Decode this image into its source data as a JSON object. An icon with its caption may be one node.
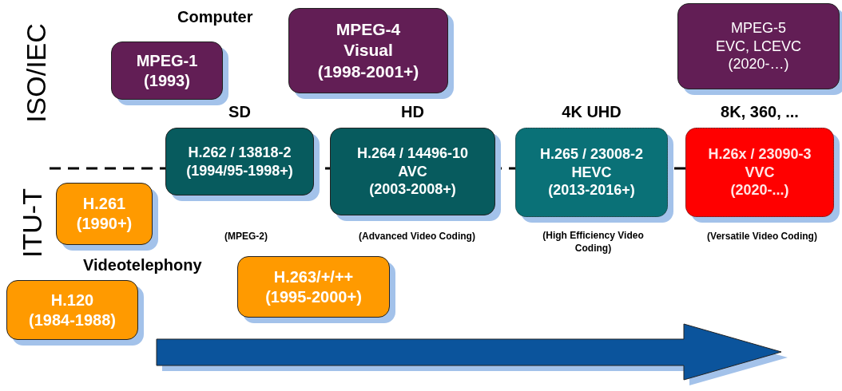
{
  "diagram": {
    "nodes": [
      {
        "text": [
          "MPEG-1 (1993)"
        ]
      },
      {
        "text": [
          "MPEG-4 Visual (1998-2001+)"
        ]
      },
      {
        "text": [
          "MPEG-5 EVC, LCEVC (2020-…)"
        ]
      },
      {
        "text": [
          "SD",
          "H.262 / 13818-2 (1994/95-1998+)"
        ]
      },
      {
        "text": [
          "HD",
          "H.264 / 14496-10 AVC (2003-2008+)"
        ]
      },
      {
        "text": [
          "4K UHD",
          "H.265 / 23008-2 HEVC (2013-2016+)"
        ]
      },
      {
        "text": [
          "8K, 360, ...",
          "H.26x / 23090-3 VVC (2020-...)"
        ]
      },
      {
        "text": [
          "H.261 (1990+)"
        ]
      },
      {
        "text": [
          "H.263/+/++ (1995-2000+)"
        ]
      },
      {
        "text": [
          "H.120 (1984-1988)"
        ]
      }
    ],
    "labels": [
      "Computer",
      "ISO/IEC",
      "ITU-T",
      "(MPEG-2)",
      "(Advanced Video Coding)",
      "(High Efficiency Video Coding)",
      "(Versatile Video Coding)",
      "Videotelephony"
    ]
  }
}
